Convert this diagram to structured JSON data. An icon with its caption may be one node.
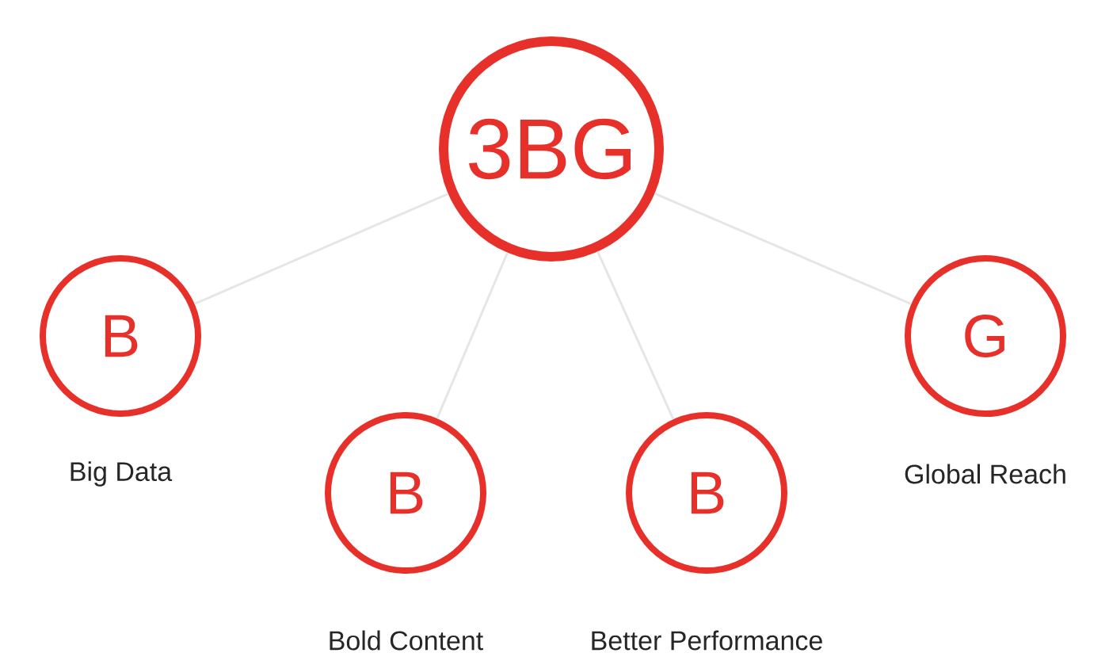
{
  "diagram": {
    "nodes": [
      {
        "text": [
          "3BG"
        ]
      },
      {
        "text": [
          "B"
        ],
        "beside": [
          "Big Data"
        ]
      },
      {
        "text": [
          "B"
        ],
        "beside": [
          "Bold Content"
        ]
      },
      {
        "text": [
          "B"
        ],
        "beside": [
          "Better Performance"
        ]
      },
      {
        "text": [
          "G"
        ],
        "beside": [
          "Global Reach"
        ]
      }
    ],
    "edges": [
      {
        "from": 0,
        "to": 1,
        "arrow": "none"
      },
      {
        "from": 0,
        "to": 2,
        "arrow": "none"
      },
      {
        "from": 0,
        "to": 3,
        "arrow": "none"
      },
      {
        "from": 0,
        "to": 4,
        "arrow": "none"
      }
    ]
  }
}
